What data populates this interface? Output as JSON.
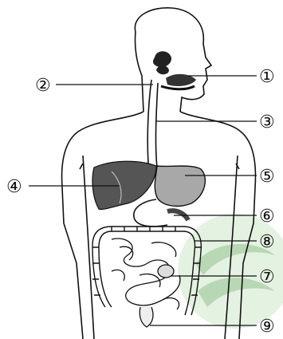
{
  "diagram": {
    "labels": [
      {
        "id": "1",
        "text": "①"
      },
      {
        "id": "2",
        "text": "②"
      },
      {
        "id": "3",
        "text": "③"
      },
      {
        "id": "4",
        "text": "④"
      },
      {
        "id": "5",
        "text": "⑤"
      },
      {
        "id": "6",
        "text": "⑥"
      },
      {
        "id": "7",
        "text": "⑦"
      },
      {
        "id": "8",
        "text": "⑧"
      },
      {
        "id": "9",
        "text": "⑨"
      }
    ]
  },
  "colors": {
    "line": "#111111",
    "liver": "#555555",
    "stomach": "#9a9a9a",
    "watermark": "#8fc38a"
  }
}
